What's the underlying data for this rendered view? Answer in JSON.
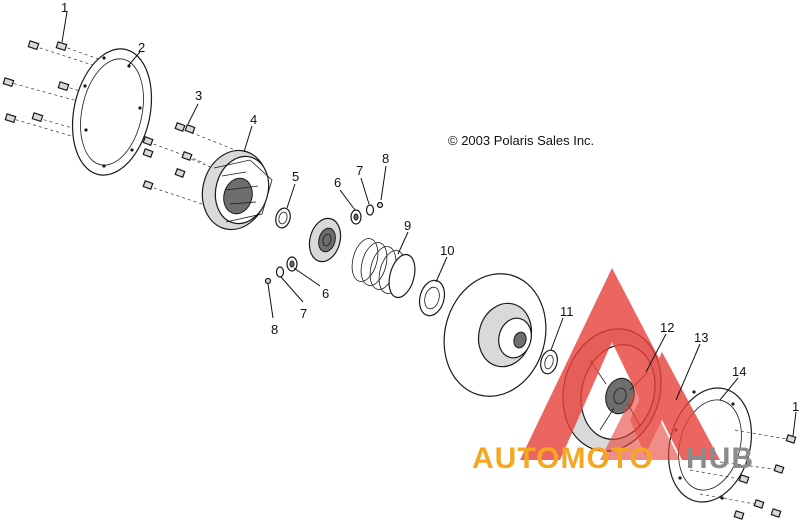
{
  "copyright": "© 2003 Polaris Sales Inc.",
  "watermark": {
    "text_orange": "AUTOMOTO",
    "text_gray": "HUB",
    "color_red": "#e8403a",
    "color_orange": "#f5a623",
    "color_gray": "#8c8c8c"
  },
  "callouts": [
    {
      "id": "c1a",
      "label": "1"
    },
    {
      "id": "c2",
      "label": "2"
    },
    {
      "id": "c3",
      "label": "3"
    },
    {
      "id": "c4",
      "label": "4"
    },
    {
      "id": "c5",
      "label": "5"
    },
    {
      "id": "c6a",
      "label": "6"
    },
    {
      "id": "c7a",
      "label": "7"
    },
    {
      "id": "c8a",
      "label": "8"
    },
    {
      "id": "c9",
      "label": "9"
    },
    {
      "id": "c10",
      "label": "10"
    },
    {
      "id": "c6b",
      "label": "6"
    },
    {
      "id": "c7b",
      "label": "7"
    },
    {
      "id": "c8b",
      "label": "8"
    },
    {
      "id": "c11",
      "label": "11"
    },
    {
      "id": "c12",
      "label": "12"
    },
    {
      "id": "c13",
      "label": "13"
    },
    {
      "id": "c14",
      "label": "14"
    },
    {
      "id": "c1b",
      "label": "1"
    }
  ]
}
